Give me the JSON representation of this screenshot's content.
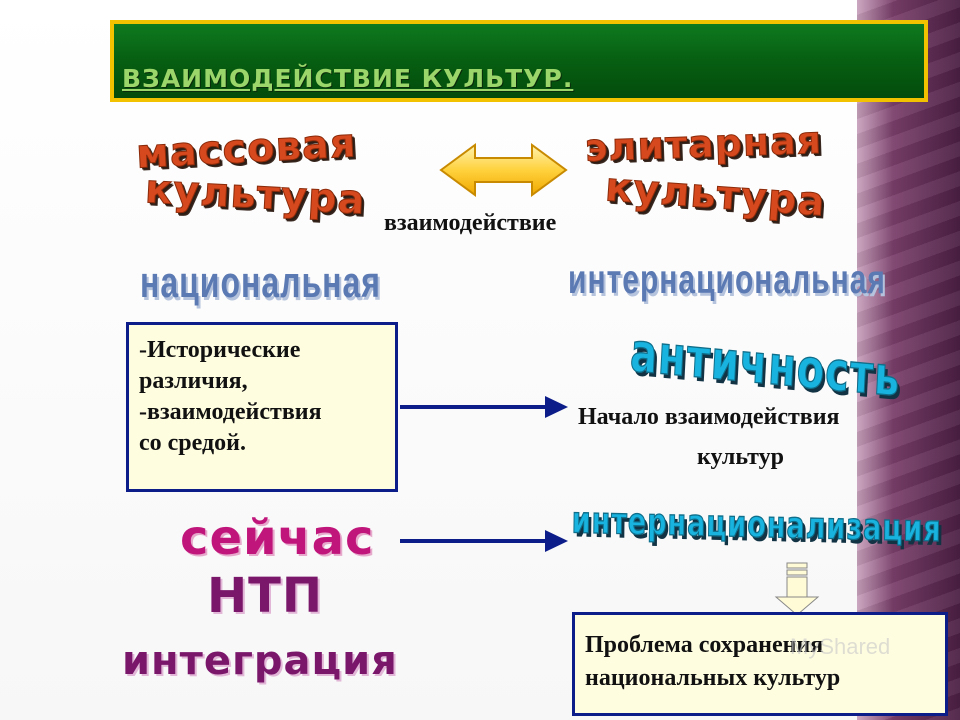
{
  "slide": {
    "title": "ВЗАИМОДЕЙСТВИЕ КУЛЬТУР.",
    "mass_culture": [
      "массовая",
      "культура"
    ],
    "elite_culture": [
      "элитарная",
      "культура"
    ],
    "interaction_label": "взаимодействие",
    "national": "национальная",
    "international": "интернациональная",
    "left_box_lines": [
      "-Исторические",
      "различия,",
      "-взаимодействия",
      "со средой."
    ],
    "antiquity": "античность",
    "start_lines": [
      "Начало  взаимодействия",
      "культур"
    ],
    "now": "сейчас",
    "ntp": "НТП",
    "integration": "интеграция",
    "internationalization": "интернационализация",
    "problem_lines": [
      "Проблема сохранения",
      "национальных  культур"
    ],
    "watermark": "MyShared"
  },
  "colors": {
    "title_bg": "#076113",
    "title_border": "#f2c200",
    "wordart_red": "#d6481e",
    "wordart_blue": "#5b79b3",
    "wordart_cyan": "#18b3df",
    "pink": "#c0167b",
    "purple": "#7a176b",
    "arrow_navy": "#0c1d8a",
    "box_fill": "#fffde0"
  }
}
